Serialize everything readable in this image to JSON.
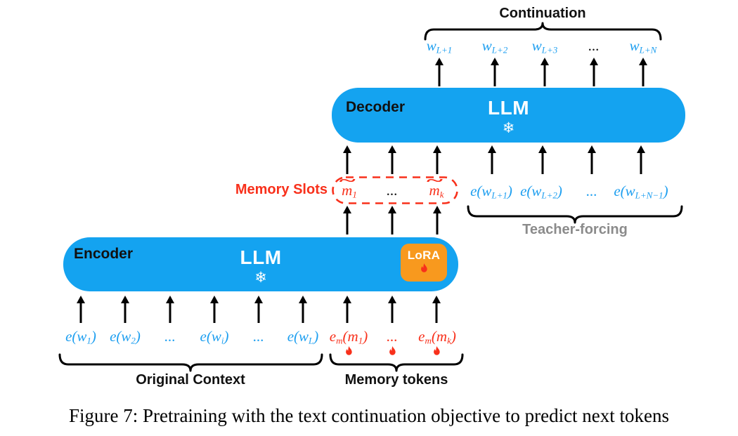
{
  "figure": {
    "caption": "Figure 7: Pretraining with the text continuation objective to predict next tokens"
  },
  "decoder": {
    "box_label": "Decoder",
    "model_label": "LLM",
    "frozen_glyph": "❄",
    "outputs_group_label": "Continuation",
    "output_tokens": [
      "w_{L+1}",
      "w_{L+2}",
      "w_{L+3}",
      "...",
      "w_{L+N}"
    ],
    "teacher_forcing": {
      "label": "Teacher-forcing",
      "tokens": [
        "e(w_{L+1})",
        "e(w_{L+2})",
        "...",
        "e(w_{L+N−1})"
      ]
    }
  },
  "memory_slots": {
    "label": "Memory Slots",
    "tokens": [
      "~m_1",
      "...",
      "~m_k"
    ]
  },
  "encoder": {
    "box_label": "Encoder",
    "model_label": "LLM",
    "frozen_glyph": "❄",
    "lora_label": "LoRA",
    "context_tokens": [
      "e(w_1)",
      "e(w_2)",
      "...",
      "e(w_i)",
      "...",
      "e(w_L)"
    ],
    "memory_input_tokens": [
      "e_m(m_1)",
      "...",
      "e_m(m_k)"
    ],
    "context_group_label": "Original Context",
    "memory_group_label": "Memory tokens"
  },
  "colors": {
    "box_blue": "#14a3f0",
    "token_blue": "#1e9ff0",
    "accent_red": "#f8301b",
    "lora_orange": "#f8991e",
    "teacher_gray": "#8b8b8b"
  }
}
